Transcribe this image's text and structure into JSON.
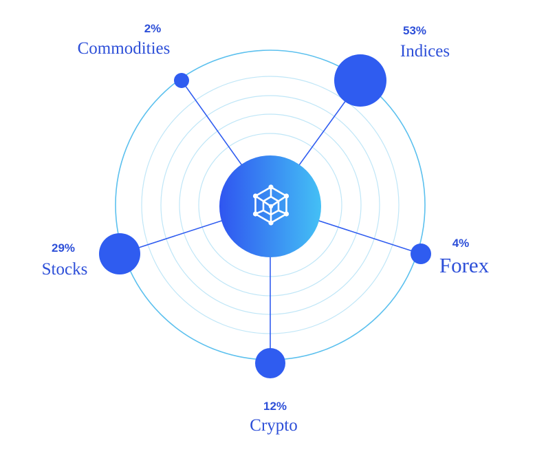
{
  "colors": {
    "accent": "#2f5cf0",
    "ring": "#5bc0ee",
    "ring_faint": "#bfe6f7",
    "hub_start": "#2f55f0",
    "hub_end": "#44c0f5",
    "text": "#2d4fd8"
  },
  "center_icon": "hexagon-network-icon",
  "chart_data": {
    "type": "radial-bubble",
    "segments": [
      {
        "key": "commodities",
        "label": "Commodities",
        "value": 2,
        "value_label": "2%"
      },
      {
        "key": "indices",
        "label": "Indices",
        "value": 53,
        "value_label": "53%"
      },
      {
        "key": "forex",
        "label": "Forex",
        "value": 4,
        "value_label": "4%"
      },
      {
        "key": "crypto",
        "label": "Crypto",
        "value": 12,
        "value_label": "12%"
      },
      {
        "key": "stocks",
        "label": "Stocks",
        "value": 29,
        "value_label": "29%"
      }
    ]
  }
}
